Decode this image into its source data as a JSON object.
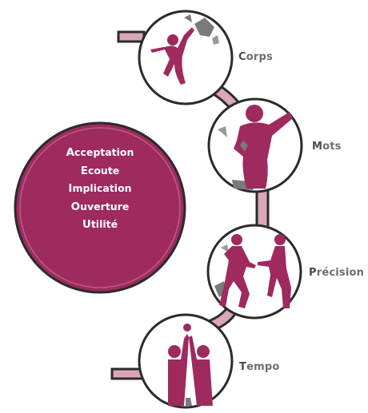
{
  "values": [
    {
      "initial": "A",
      "rest": "cceptation"
    },
    {
      "initial": "E",
      "rest": "coute"
    },
    {
      "initial": "I",
      "rest": "mplication"
    },
    {
      "initial": "O",
      "rest": "uverture"
    },
    {
      "initial": "U",
      "rest": "tilité"
    }
  ],
  "stages": [
    {
      "initial": "C",
      "rest": "orps",
      "scene": "dancer-reaching-icon"
    },
    {
      "initial": "M",
      "rest": "ots",
      "scene": "speaker-pointing-icon"
    },
    {
      "initial": "P",
      "rest": "récision",
      "scene": "dancing-couple-icon"
    },
    {
      "initial": "T",
      "rest": "empo",
      "scene": "high-five-couple-icon"
    }
  ],
  "colors": {
    "magenta": "#9e2a5e",
    "magenta_light": "#c7839f",
    "pipe_fill": "#d9a6bb",
    "outline": "#2b2b2b",
    "label": "#6e6e6e",
    "grey_shape": "#7a7a7a"
  }
}
